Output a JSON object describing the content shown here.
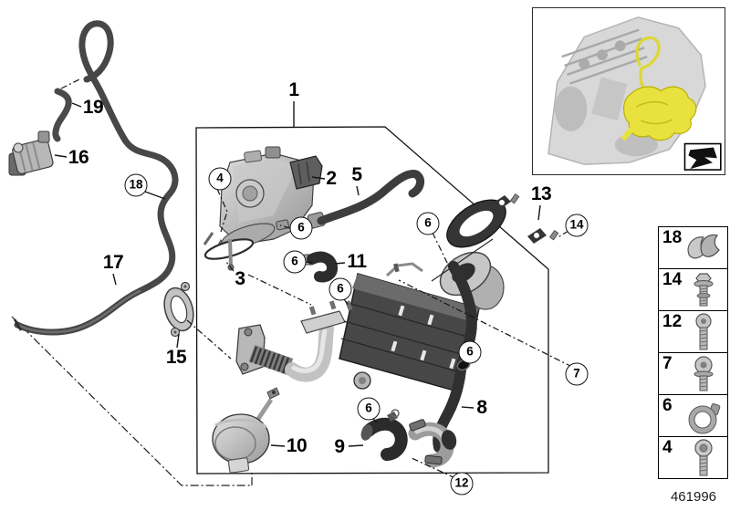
{
  "footer": {
    "part_number": "461996"
  },
  "diagram": {
    "callouts_plain": [
      {
        "label": "1"
      },
      {
        "label": "2"
      },
      {
        "label": "3"
      },
      {
        "label": "5"
      },
      {
        "label": "8"
      },
      {
        "label": "9"
      },
      {
        "label": "10"
      },
      {
        "label": "11"
      },
      {
        "label": "13"
      },
      {
        "label": "15"
      },
      {
        "label": "16"
      },
      {
        "label": "17"
      },
      {
        "label": "19"
      }
    ],
    "callouts_circled": [
      {
        "label": "4"
      },
      {
        "label": "6"
      },
      {
        "label": "6"
      },
      {
        "label": "6"
      },
      {
        "label": "6"
      },
      {
        "label": "6"
      },
      {
        "label": "6"
      },
      {
        "label": "7"
      },
      {
        "label": "12"
      },
      {
        "label": "14"
      },
      {
        "label": "18"
      }
    ]
  },
  "legend": {
    "items": [
      {
        "number": "18",
        "icon": "spring-clip-icon"
      },
      {
        "number": "14",
        "icon": "flange-bolt-icon"
      },
      {
        "number": "12",
        "icon": "torx-screw-icon"
      },
      {
        "number": "7",
        "icon": "torx-bolt-icon"
      },
      {
        "number": "6",
        "icon": "hose-clamp-icon"
      },
      {
        "number": "4",
        "icon": "pan-head-screw-icon"
      }
    ]
  },
  "thumbnail": {
    "description": "engine overview with highlighted EGR system"
  },
  "colors": {
    "highlight_yellow": "#e9e13e",
    "line": "#1a1a1a"
  }
}
